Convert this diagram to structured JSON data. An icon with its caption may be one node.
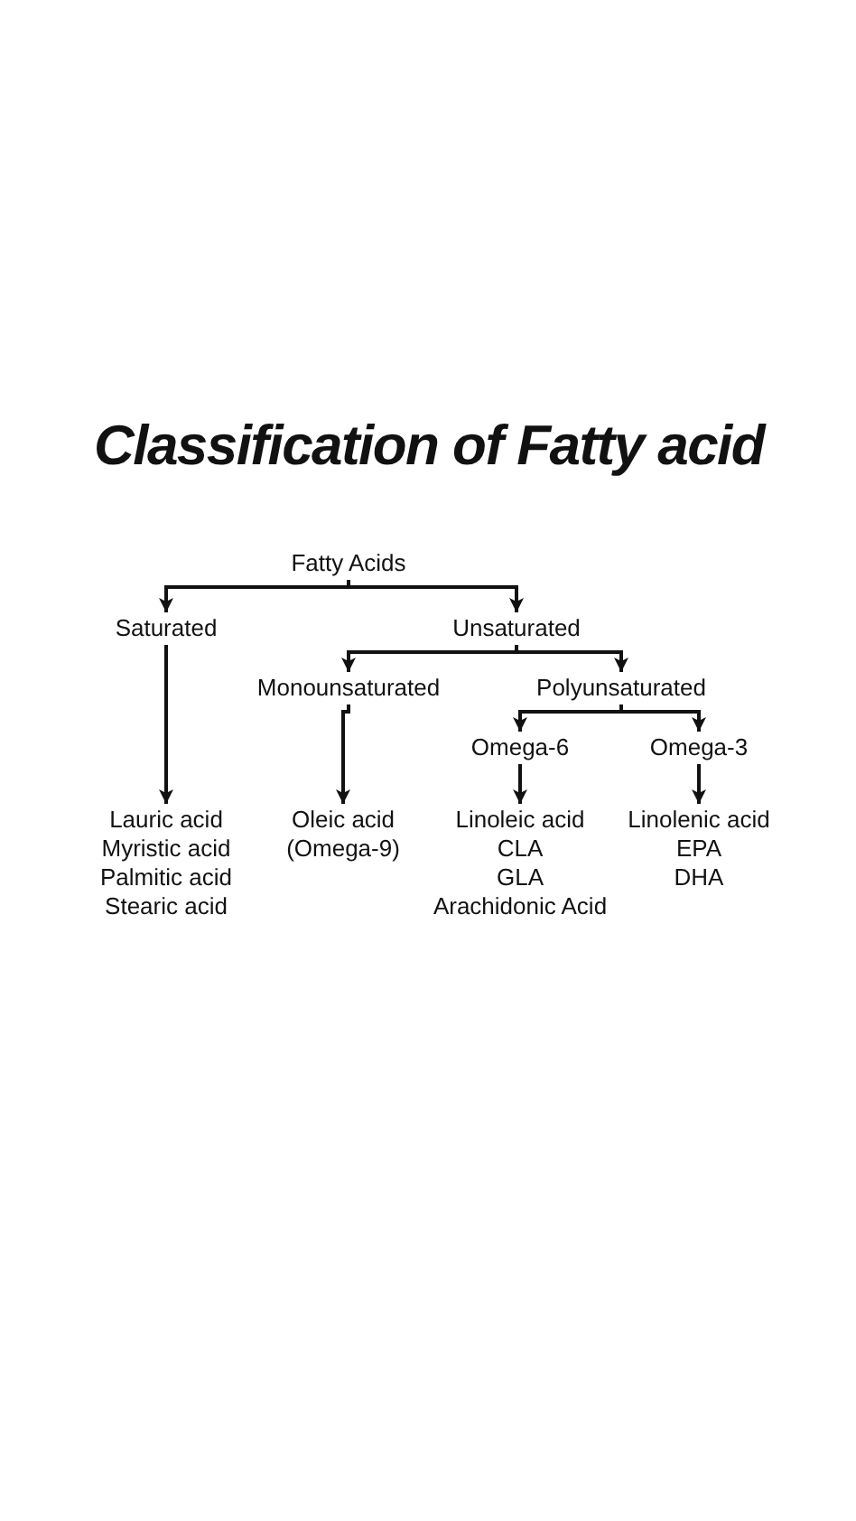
{
  "diagram": {
    "title": "Classification of Fatty acid",
    "nodes": [
      {
        "text": [
          "Fatty Acids"
        ]
      },
      {
        "text": [
          "Saturated"
        ]
      },
      {
        "text": [
          "Unsaturated"
        ]
      },
      {
        "text": [
          "Monounsaturated"
        ]
      },
      {
        "text": [
          "Polyunsaturated"
        ]
      },
      {
        "text": [
          "Omega-6"
        ]
      },
      {
        "text": [
          "Omega-3"
        ]
      },
      {
        "text": [
          "Lauric acid",
          "Myristic acid",
          "Palmitic acid",
          "Stearic acid"
        ]
      },
      {
        "text": [
          "Oleic acid",
          "(Omega-9)"
        ]
      },
      {
        "text": [
          "Linoleic acid",
          "CLA",
          "GLA",
          "Arachidonic Acid"
        ]
      },
      {
        "text": [
          "Linolenic acid",
          "EPA",
          "DHA"
        ]
      }
    ],
    "edges": [
      {
        "from": 0,
        "to": 1,
        "arrow": "to"
      },
      {
        "from": 0,
        "to": 2,
        "arrow": "to"
      },
      {
        "from": 1,
        "to": 7,
        "arrow": "to"
      },
      {
        "from": 2,
        "to": 3,
        "arrow": "to"
      },
      {
        "from": 2,
        "to": 4,
        "arrow": "to"
      },
      {
        "from": 3,
        "to": 8,
        "arrow": "to"
      },
      {
        "from": 4,
        "to": 5,
        "arrow": "to"
      },
      {
        "from": 4,
        "to": 6,
        "arrow": "to"
      },
      {
        "from": 5,
        "to": 9,
        "arrow": "to"
      },
      {
        "from": 6,
        "to": 10,
        "arrow": "to"
      }
    ]
  }
}
